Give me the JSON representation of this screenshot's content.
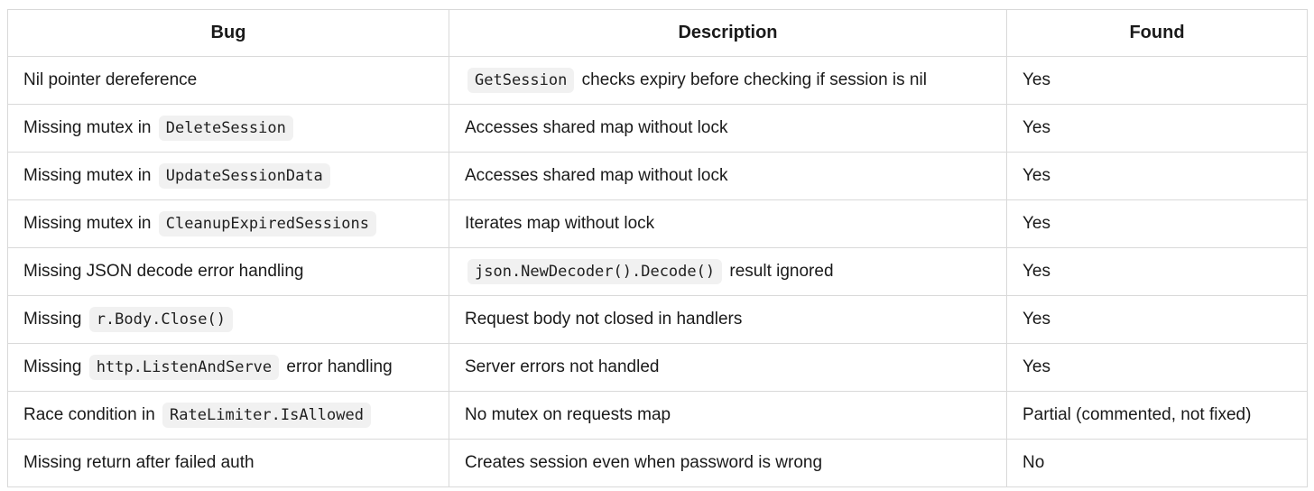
{
  "table": {
    "columns": [
      {
        "label": "Bug"
      },
      {
        "label": "Description"
      },
      {
        "label": "Found"
      }
    ],
    "rows": [
      {
        "bug": [
          {
            "t": "text",
            "v": "Nil pointer dereference"
          }
        ],
        "description": [
          {
            "t": "code",
            "v": "GetSession"
          },
          {
            "t": "text",
            "v": " checks expiry before checking if session is nil"
          }
        ],
        "found": "Yes"
      },
      {
        "bug": [
          {
            "t": "text",
            "v": "Missing mutex in "
          },
          {
            "t": "code",
            "v": "DeleteSession"
          }
        ],
        "description": [
          {
            "t": "text",
            "v": "Accesses shared map without lock"
          }
        ],
        "found": "Yes"
      },
      {
        "bug": [
          {
            "t": "text",
            "v": "Missing mutex in "
          },
          {
            "t": "code",
            "v": "UpdateSessionData"
          }
        ],
        "description": [
          {
            "t": "text",
            "v": "Accesses shared map without lock"
          }
        ],
        "found": "Yes"
      },
      {
        "bug": [
          {
            "t": "text",
            "v": "Missing mutex in "
          },
          {
            "t": "code",
            "v": "CleanupExpiredSessions"
          }
        ],
        "description": [
          {
            "t": "text",
            "v": "Iterates map without lock"
          }
        ],
        "found": "Yes"
      },
      {
        "bug": [
          {
            "t": "text",
            "v": "Missing JSON decode error handling"
          }
        ],
        "description": [
          {
            "t": "code",
            "v": "json.NewDecoder().Decode()"
          },
          {
            "t": "text",
            "v": " result ignored"
          }
        ],
        "found": "Yes"
      },
      {
        "bug": [
          {
            "t": "text",
            "v": "Missing "
          },
          {
            "t": "code",
            "v": "r.Body.Close()"
          }
        ],
        "description": [
          {
            "t": "text",
            "v": "Request body not closed in handlers"
          }
        ],
        "found": "Yes"
      },
      {
        "bug": [
          {
            "t": "text",
            "v": "Missing "
          },
          {
            "t": "code",
            "v": "http.ListenAndServe"
          },
          {
            "t": "text",
            "v": " error handling"
          }
        ],
        "description": [
          {
            "t": "text",
            "v": "Server errors not handled"
          }
        ],
        "found": "Yes"
      },
      {
        "bug": [
          {
            "t": "text",
            "v": "Race condition in "
          },
          {
            "t": "code",
            "v": "RateLimiter.IsAllowed"
          }
        ],
        "description": [
          {
            "t": "text",
            "v": "No mutex on requests map"
          }
        ],
        "found": "Partial (commented, not fixed)"
      },
      {
        "bug": [
          {
            "t": "text",
            "v": "Missing return after failed auth"
          }
        ],
        "description": [
          {
            "t": "text",
            "v": "Creates session even when password is wrong"
          }
        ],
        "found": "No"
      }
    ]
  }
}
